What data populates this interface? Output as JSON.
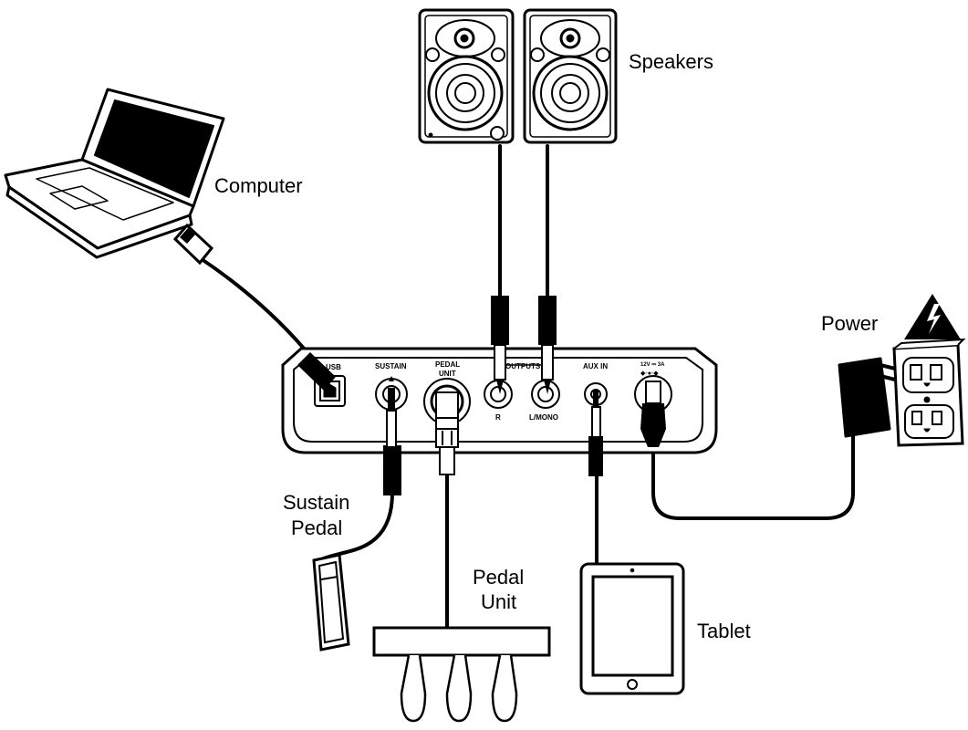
{
  "labels": {
    "speakers": "Speakers",
    "computer": "Computer",
    "power": "Power",
    "sustain_pedal_line1": "Sustain",
    "sustain_pedal_line2": "Pedal",
    "pedal_unit_line1": "Pedal",
    "pedal_unit_line2": "Unit",
    "tablet": "Tablet"
  },
  "panel": {
    "usb": "USB",
    "sustain": "SUSTAIN",
    "pedal_unit_line1": "PEDAL",
    "pedal_unit_line2": "UNIT",
    "outputs": "OUTPUTS",
    "r": "R",
    "l_mono": "L/MONO",
    "aux_in": "AUX IN",
    "power_rating": "12V ⎓ 3A"
  },
  "icons": {
    "warning": "high-voltage-warning-icon",
    "outlet": "power-outlet-icon"
  },
  "colors": {
    "line": "#000000",
    "background": "#ffffff",
    "panel_fill": "#ffffff"
  }
}
